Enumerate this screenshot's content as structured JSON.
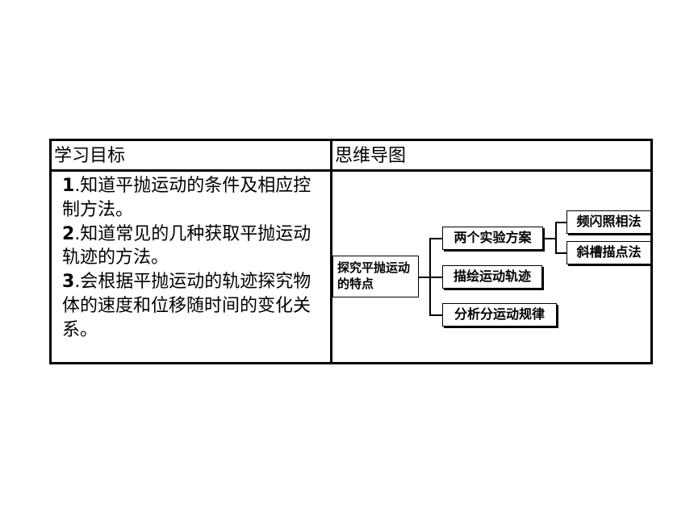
{
  "table": {
    "header_left": "学习目标",
    "header_right": "思维导图",
    "goals": [
      {
        "num": "1",
        "text": ".知道平抛运动的条件及相应控制方法。"
      },
      {
        "num": "2",
        "text": ".知道常见的几种获取平抛运动轨迹的方法。"
      },
      {
        "num": "3",
        "text": ".会根据平抛运动的轨迹探究物体的速度和位移随时间的变化关系。"
      }
    ]
  },
  "mindmap": {
    "root": "探究平抛运动的特点",
    "branches": {
      "two_schemes": "两个实验方案",
      "draw_trajectory": "描绘运动轨迹",
      "analyze": "分析分运动规律"
    },
    "sub_branches": {
      "flash_photo": "频闪照相法",
      "slope_trace": "斜槽描点法"
    }
  }
}
